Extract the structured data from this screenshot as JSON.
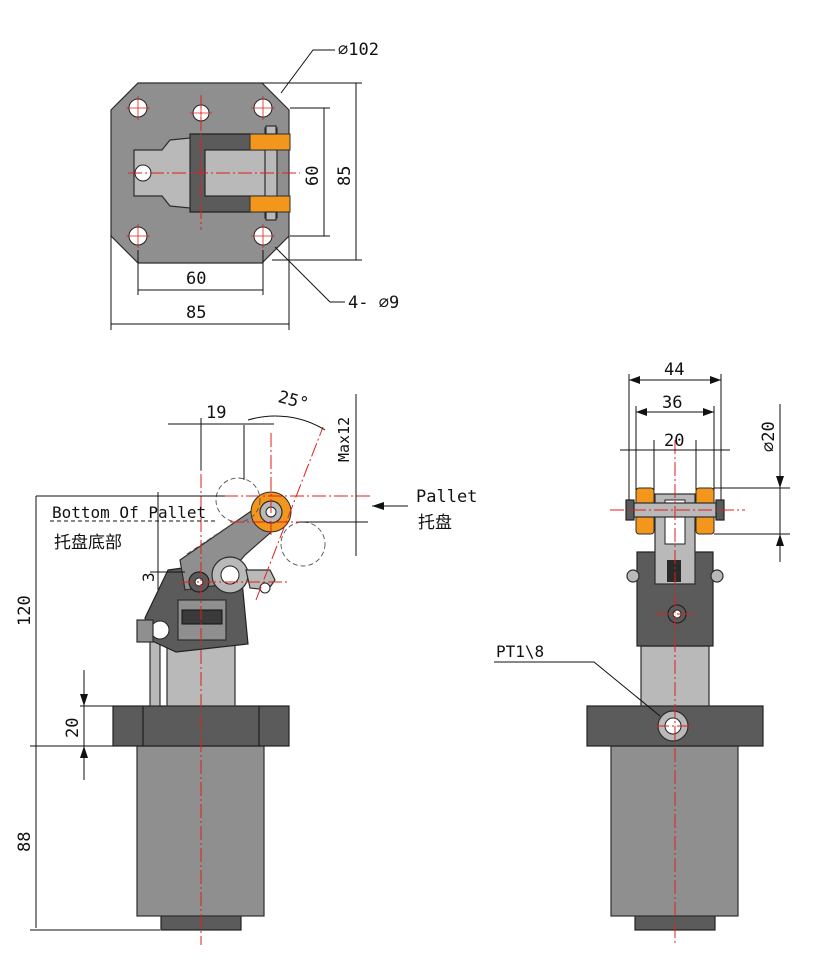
{
  "top_view": {
    "dia_flange": "∅102",
    "dim_85_vertical": "85",
    "dim_60_vertical": "60",
    "dim_60_horizontal": "60",
    "dim_85_horizontal": "85",
    "hole_callout": "4-  ∅9"
  },
  "side_view": {
    "angle": "25°",
    "dim_19": "19",
    "max_stroke": "Max12",
    "pallet_en": "Pallet",
    "pallet_cn": "托盘",
    "pallet_bottom_en": "Bottom Of Pallet",
    "pallet_bottom_cn": "托盘底部",
    "dim_3": "3",
    "dim_120": "120",
    "dim_20": "20",
    "dim_88": "88"
  },
  "front_view": {
    "dim_44": "44",
    "dim_36": "36",
    "dim_20": "20",
    "dia_roller": "∅20",
    "port": "PT1\\8"
  },
  "colors": {
    "body_gray": "#8f8f8f",
    "dark_gray": "#5b5b5b",
    "roller_orange": "#f3961c",
    "centerline_red": "#e0201b"
  }
}
